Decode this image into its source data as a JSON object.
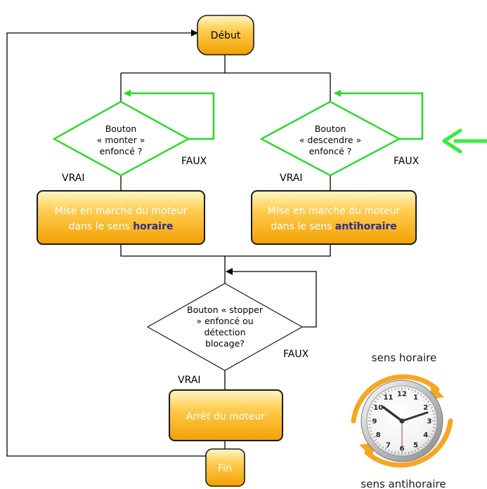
{
  "nodes": {
    "start": "Début",
    "end": "Fin",
    "decision_up": [
      "Bouton",
      "« monter »",
      "enfoncé ?"
    ],
    "decision_down": [
      "Bouton",
      "« descendre »",
      "enfoncé ?"
    ],
    "decision_stop": [
      "Bouton « stopper",
      "» enfoncé ou",
      "détection",
      "blocage?"
    ],
    "motor_cw": {
      "line1": "Mise en marche du moteur",
      "line2_prefix": "dans le sens ",
      "line2_emphasis": "horaire"
    },
    "motor_ccw": {
      "line1": "Mise en marche du moteur",
      "line2_prefix": "dans le sens ",
      "line2_emphasis": "antihoraire"
    },
    "stop_motor": "Arrêt du moteur"
  },
  "edges": {
    "up_true": "VRAI",
    "up_false": "FAUX",
    "down_true": "VRAI",
    "down_false": "FAUX",
    "stop_true": "VRAI",
    "stop_false": "FAUX"
  },
  "clock": {
    "caption_top": "sens horaire",
    "caption_bottom": "sens antihoraire",
    "numbers": [
      "12",
      "1",
      "2",
      "3",
      "4",
      "5",
      "6",
      "7",
      "8",
      "9",
      "10",
      "11"
    ]
  },
  "colors": {
    "box_top": "#fff3b0",
    "box_mid": "#ffc94a",
    "box_bottom": "#f5a300",
    "box_border": "#1a1a1a",
    "decision_green": "#22dd22",
    "loop_green": "#22dd22",
    "emphasis_text": "#2b2b8f",
    "arrow_green": "#33ee33",
    "arc_orange": "#f5a623"
  }
}
